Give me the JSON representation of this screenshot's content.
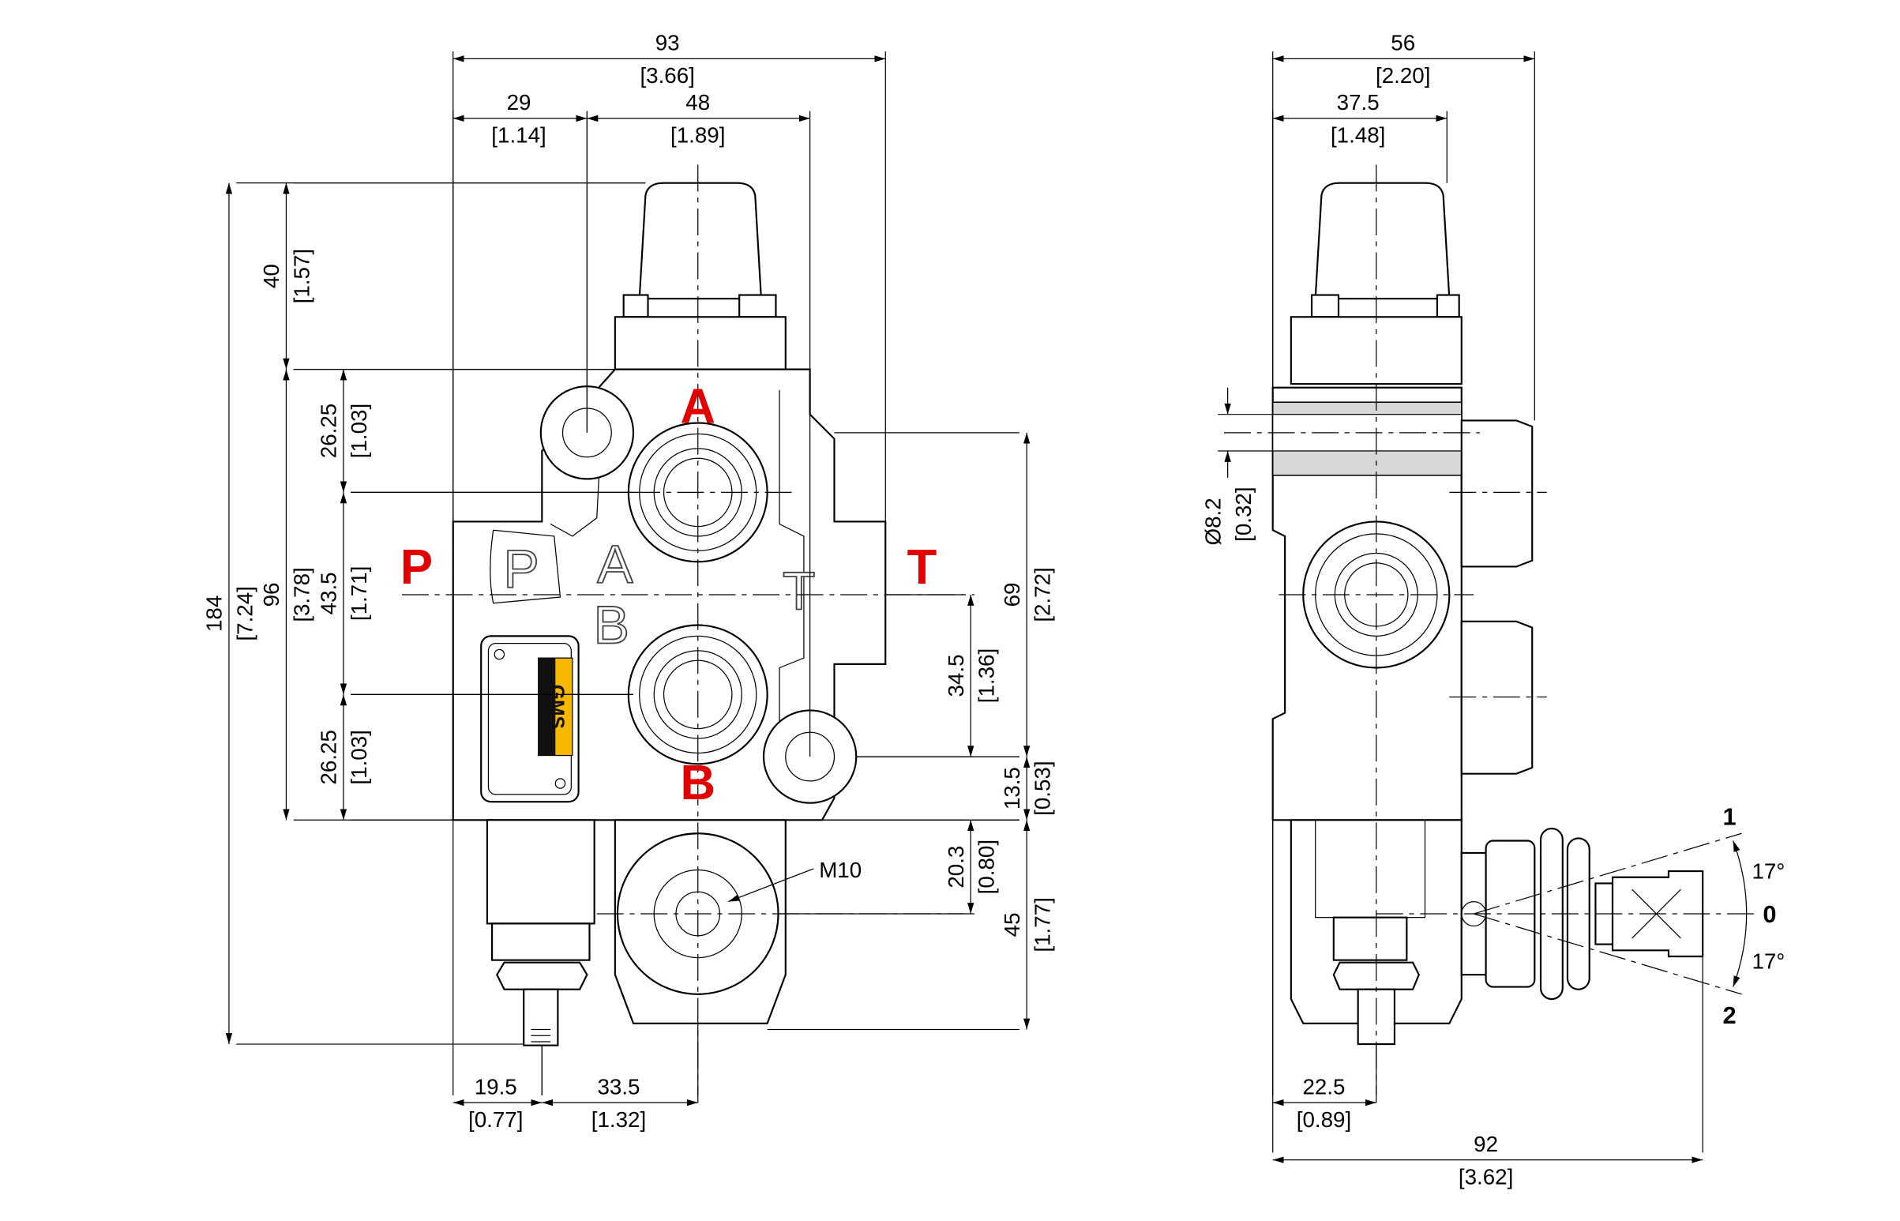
{
  "front_view": {
    "ports": {
      "A": "A",
      "B": "B",
      "P": "P",
      "T": "T"
    },
    "embossed": {
      "P": "P",
      "A": "A",
      "B": "B",
      "T": "T"
    },
    "logo_text": "GMS",
    "thread_label": "M10",
    "dimensions": {
      "d93": [
        "93",
        "[3.66]"
      ],
      "d29": [
        "29",
        "[1.14]"
      ],
      "d48": [
        "48",
        "[1.89]"
      ],
      "d184": [
        "184",
        "[7.24]"
      ],
      "d40": [
        "40",
        "[1.57]"
      ],
      "d96": [
        "96",
        "[3.78]"
      ],
      "d26a": [
        "26.25",
        "[1.03]"
      ],
      "d43": [
        "43.5",
        "[1.71]"
      ],
      "d26b": [
        "26.25",
        "[1.03]"
      ],
      "d69": [
        "69",
        "[2.72]"
      ],
      "d34": [
        "34.5",
        "[1.36]"
      ],
      "d13": [
        "13.5",
        "[0.53]"
      ],
      "d20": [
        "20.3",
        "[0.80]"
      ],
      "d45": [
        "45",
        "[1.77]"
      ],
      "d19": [
        "19.5",
        "[0.77]"
      ],
      "d33": [
        "33.5",
        "[1.32]"
      ]
    }
  },
  "side_view": {
    "dimensions": {
      "d56": [
        "56",
        "[2.20]"
      ],
      "d37": [
        "37.5",
        "[1.48]"
      ],
      "d8": [
        "Ø8.2",
        "[0.32]"
      ],
      "d22": [
        "22.5",
        "[0.89]"
      ],
      "d92": [
        "92",
        "[3.62]"
      ]
    },
    "lever_positions": {
      "p1": "1",
      "p0": "0",
      "p2": "2"
    },
    "angles": {
      "upper": "17°",
      "lower": "17°"
    }
  }
}
